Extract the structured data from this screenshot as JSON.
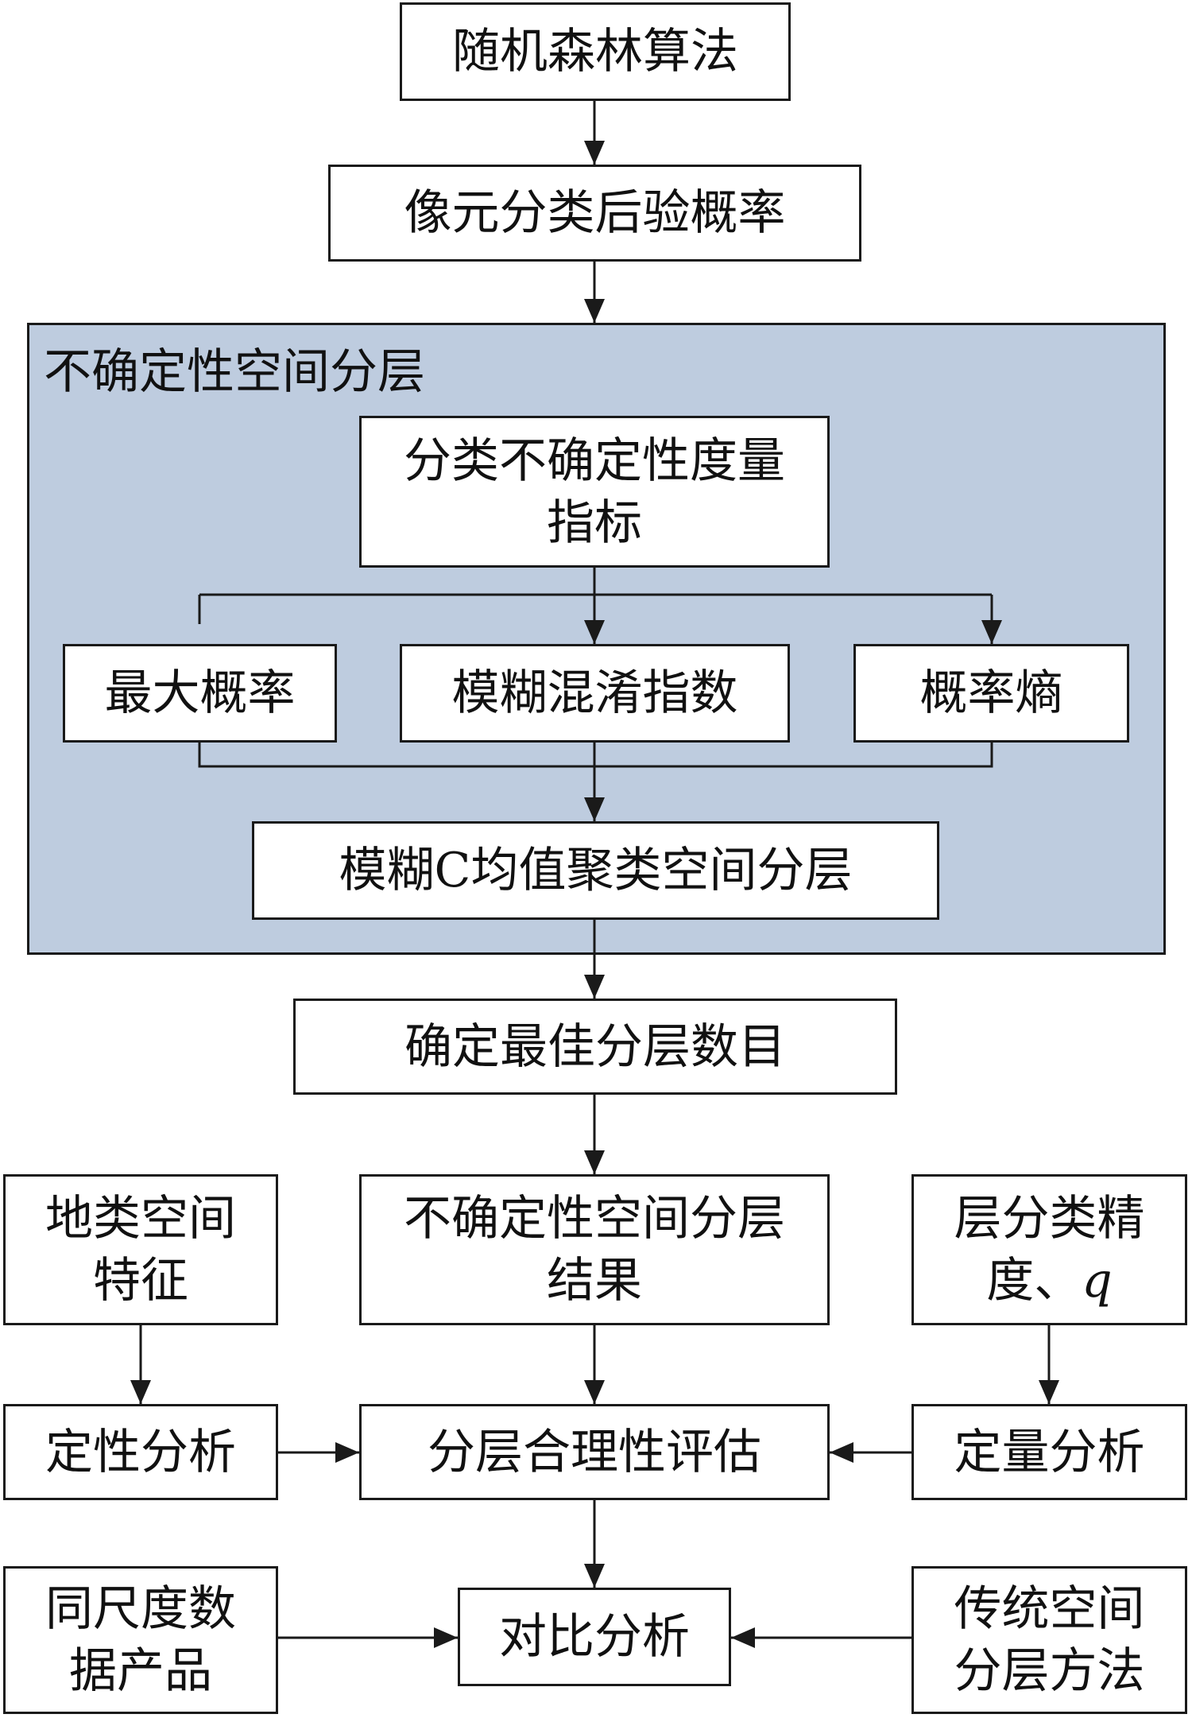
{
  "nodes": {
    "random_forest": {
      "label": "随机森林算法"
    },
    "posterior": {
      "label": "像元分类后验概率"
    },
    "stratification_group": {
      "title": "不确定性空间分层"
    },
    "uncertainty_index": {
      "lines": [
        "分类不确定性度量",
        "指标"
      ]
    },
    "max_prob": {
      "label": "最大概率"
    },
    "fuzzy_confusion": {
      "label": "模糊混淆指数"
    },
    "entropy": {
      "label": "概率熵"
    },
    "fcm": {
      "label": "模糊C均值聚类空间分层"
    },
    "optimal_number": {
      "label": "确定最佳分层数目"
    },
    "land_features": {
      "lines": [
        "地类空间",
        "特征"
      ]
    },
    "stratification_result": {
      "lines": [
        "不确定性空间分层",
        "结果"
      ]
    },
    "accuracy": {
      "lines": [
        "层分类精",
        "度、"
      ],
      "variable": "q"
    },
    "qualitative": {
      "label": "定性分析"
    },
    "evaluation": {
      "label": "分层合理性评估"
    },
    "quantitative": {
      "label": "定量分析"
    },
    "same_scale": {
      "lines": [
        "同尺度数",
        "据产品"
      ]
    },
    "comparison": {
      "label": "对比分析"
    },
    "traditional": {
      "lines": [
        "传统空间",
        "分层方法"
      ]
    }
  },
  "colors": {
    "group_fill": "#BECCDF",
    "stroke": "#1A1A1A",
    "box_fill": "#FFFFFF"
  }
}
